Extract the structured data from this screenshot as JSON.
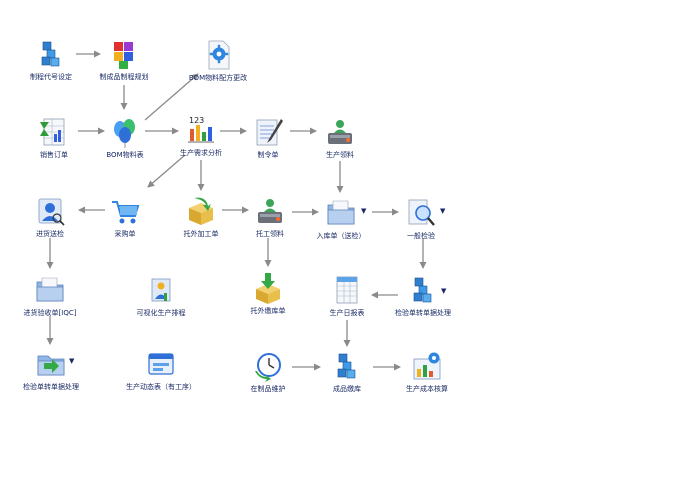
{
  "nodes": {
    "n_code": "制程代号设定",
    "n_product_plan": "制成品制程规划",
    "n_bom_change": "BOM物料配方更改",
    "n_sales_order": "销售订单",
    "n_bom_table": "BOM物料表",
    "n_demand": "生产需求分析",
    "n_order": "制令单",
    "n_pick": "生产领料",
    "n_arrival": "进货送检",
    "n_purchase": "采购单",
    "n_outsource": "托外加工单",
    "n_outpick": "托工领料",
    "n_instock": "入库单（送检）",
    "n_check": "一般检验",
    "n_iqc": "进货验收单[IQC]",
    "n_visual": "可视化生产排程",
    "n_outwh": "托外缴库单",
    "n_daily": "生产日报表",
    "n_checkproc": "检验单转单据处理",
    "n_checkproc2": "检验单转单据处理",
    "n_dynamic": "生产动态表（有工序）",
    "n_wip": "在制品维护",
    "n_finwh": "成品缴库",
    "n_cost": "生产成本核算"
  }
}
